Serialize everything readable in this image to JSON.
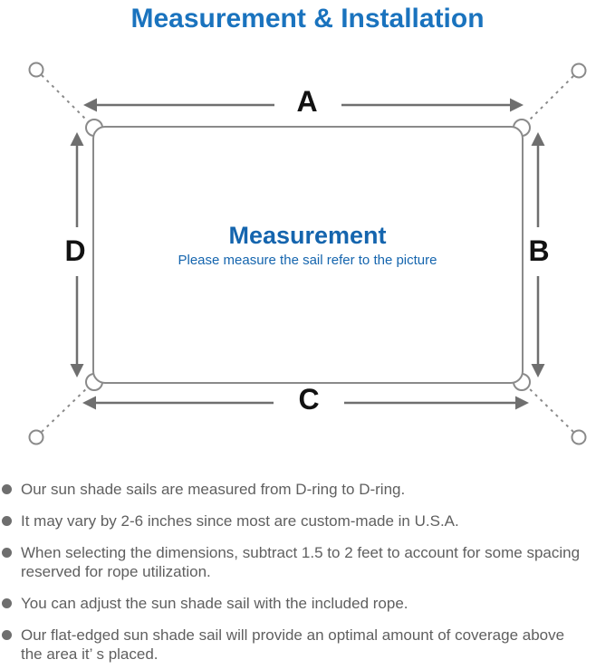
{
  "title": "Measurement & Installation",
  "colors": {
    "title_blue": "#1a73be",
    "center_blue": "#1565ae",
    "outline_gray": "#8a8a8a",
    "arrow_gray": "#6f6f6f",
    "note_text_gray": "#5f5f5f",
    "label_black": "#121212",
    "background": "#ffffff"
  },
  "diagram": {
    "labels": {
      "top": "A",
      "right": "B",
      "bottom": "C",
      "left": "D"
    },
    "center_title": "Measurement",
    "center_subtitle": "Please measure the sail refer to the picture",
    "icons": {
      "anchor_point": "anchor-point-circle",
      "corner_ring": "d-ring",
      "rope": "dashed-rope-line",
      "dimension_arrow": "double-headed-arrow"
    }
  },
  "bullets": [
    {
      "lines": [
        "Our sun shade sails are measured from D-ring to D-ring."
      ]
    },
    {
      "lines": [
        "It may vary by 2-6 inches since most are custom-made in U.S.A."
      ]
    },
    {
      "lines": [
        "When selecting the dimensions, subtract 1.5 to 2 feet to account for some spacing",
        "reserved for rope utilization."
      ]
    },
    {
      "lines": [
        "You can adjust the sun shade sail with the included rope."
      ]
    },
    {
      "lines": [
        "Our flat-edged sun shade sail will provide an optimal amount of coverage above",
        "the area it’ s placed."
      ]
    }
  ]
}
